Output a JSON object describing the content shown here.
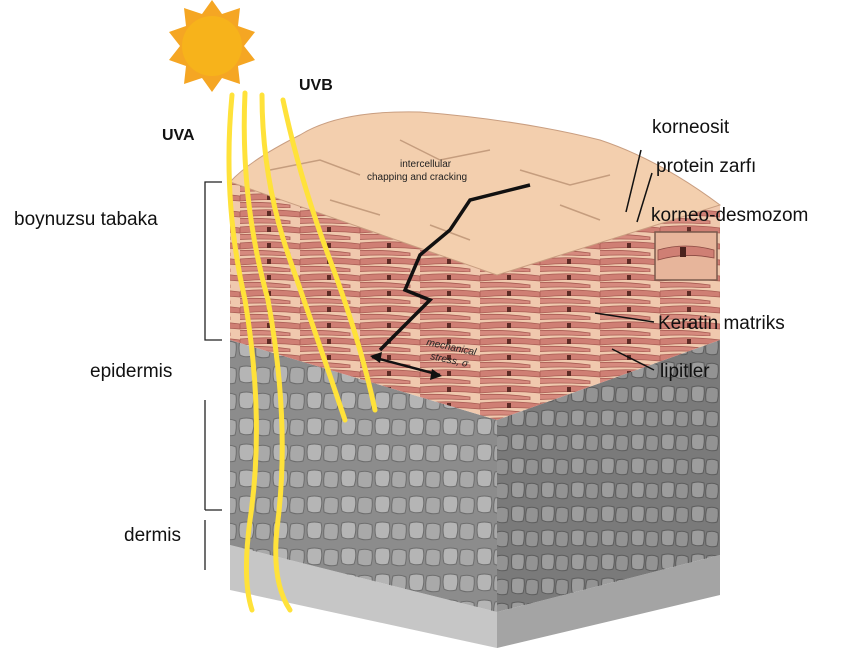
{
  "radiation": {
    "uva": "UVA",
    "uvb": "UVB"
  },
  "layers": {
    "stratum_corneum": "boynuzsu tabaka",
    "epidermis": "epidermis",
    "dermis": "dermis"
  },
  "callouts": {
    "corneocyte": "korneosit",
    "protein_envelope": "protein zarfı",
    "corneodesmosome": "korneo-desmozom",
    "keratin_matrix": "Keratin matriks",
    "lipids": "lipitler"
  },
  "annotations": {
    "cracking_line1": "intercellular",
    "cracking_line2": "chapping and cracking",
    "stress_line1": "mechanical",
    "stress_line2": "stress, σ"
  },
  "colors": {
    "sun": "#f7a21b",
    "uv_ray": "#ffe23a",
    "skin_surface": "#f3cfae",
    "corneum": "#d7877a",
    "epidermis_gray": "#8f8f8f",
    "dermis_gray": "#c4c4c4"
  }
}
